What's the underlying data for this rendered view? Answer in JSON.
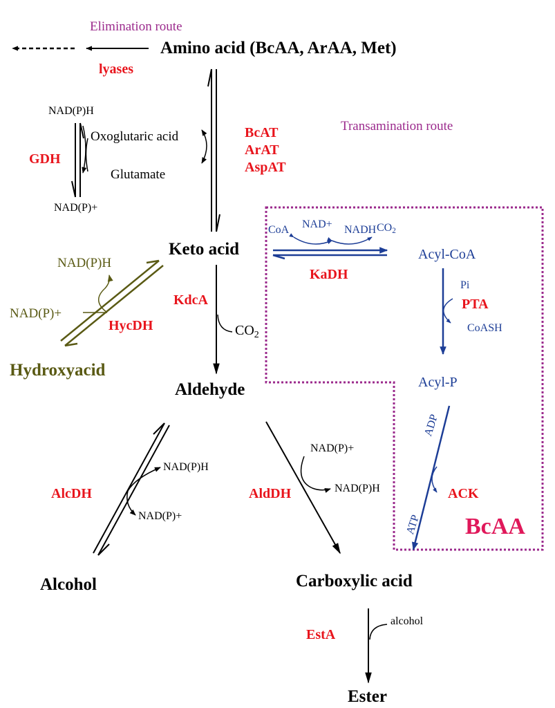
{
  "routes": {
    "elimination": "Elimination route",
    "transamination": "Transamination route"
  },
  "nodes": {
    "amino_acid": "Amino acid (BcAA, ArAA, Met)",
    "keto_acid": "Keto acid",
    "aldehyde": "Aldehyde",
    "hydroxyacid": "Hydroxyacid",
    "alcohol": "Alcohol",
    "carboxylic_acid": "Carboxylic acid",
    "ester": "Ester",
    "acyl_coa": "Acyl-CoA",
    "acyl_p": "Acyl-P"
  },
  "enzymes": {
    "lyases": "lyases",
    "gdh": "GDH",
    "bcat": "BcAT",
    "arat": "ArAT",
    "aspat": "AspAT",
    "kdca": "KdcA",
    "hycdh": "HycDH",
    "kadh": "KaDH",
    "pta": "PTA",
    "ack": "ACK",
    "alcdh": "AlcDH",
    "alddh": "AldDH",
    "esta": "EstA"
  },
  "cofactors": {
    "gdh_top": "NAD(P)H",
    "gdh_bottom": "NAD(P)+",
    "oxoglutaric": "Oxoglutaric acid",
    "glutamate": "Glutamate",
    "hyc_top": "NAD(P)H",
    "hyc_left": "NAD(P)+",
    "co2_kdca": "CO",
    "co2_kdca_sub": "2",
    "kadh_coa": "CoA",
    "kadh_nad": "NAD+",
    "kadh_nadh": "NADH",
    "kadh_co2": "CO",
    "kadh_co2_sub": "2",
    "pta_pi": "Pi",
    "pta_coash": "CoASH",
    "ack_adp": "ADP",
    "ack_atp": "ATP",
    "alc_nadph": "NAD(P)H",
    "alc_nadp": "NAD(P)+",
    "ald_nadp": "NAD(P)+",
    "ald_nadph": "NAD(P)H",
    "est_alcohol": "alcohol"
  },
  "box_label": "BcAA",
  "colors": {
    "black": "#000000",
    "enzyme_red": "#e8141c",
    "route_purple": "#9b2a8c",
    "bcaa_blue": "#1c3d96",
    "hydroxy_olive": "#5a5a14",
    "bcaa_label": "#e0185a"
  }
}
